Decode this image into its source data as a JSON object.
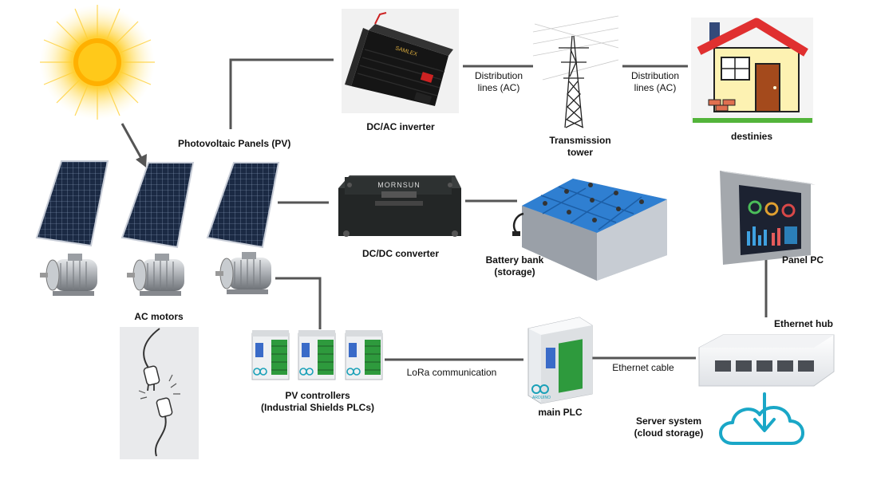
{
  "labels": {
    "pv_panels": "Photovoltaic Panels (PV)",
    "inverter": "DC/AC inverter",
    "dist1_line1": "Distribution",
    "dist1_line2": "lines (AC)",
    "tower_line1": "Transmission",
    "tower_line2": "tower",
    "dist2_line1": "Distribution",
    "dist2_line2": "lines (AC)",
    "destinies": "destinies",
    "dcdc": "DC/DC converter",
    "battery_line1": "Battery bank",
    "battery_line2": "(storage)",
    "panel_pc": "Panel PC",
    "ac_motors": "AC motors",
    "ethernet_hub": "Ethernet hub",
    "lora": "LoRa communication",
    "ethernet_cable": "Ethernet cable",
    "pv_ctrl_line1": "PV controllers",
    "pv_ctrl_line2": "(Industrial Shields PLCs)",
    "main_plc": "main PLC",
    "server_line1": "Server system",
    "server_line2": "(cloud storage)"
  },
  "devices": {
    "inverter_brand": "SAMLEX",
    "dcdc_brand": "MORNSUN",
    "plc_brand": "ARDUINO"
  },
  "colors": {
    "connector": "#555555",
    "sun": "#ffc91a",
    "panel_cell": "#1b2a44",
    "battery_top": "#2f7fd1",
    "roof": "#e03030",
    "cloud": "#1aa7c7",
    "plc_green": "#2e9a3d"
  }
}
